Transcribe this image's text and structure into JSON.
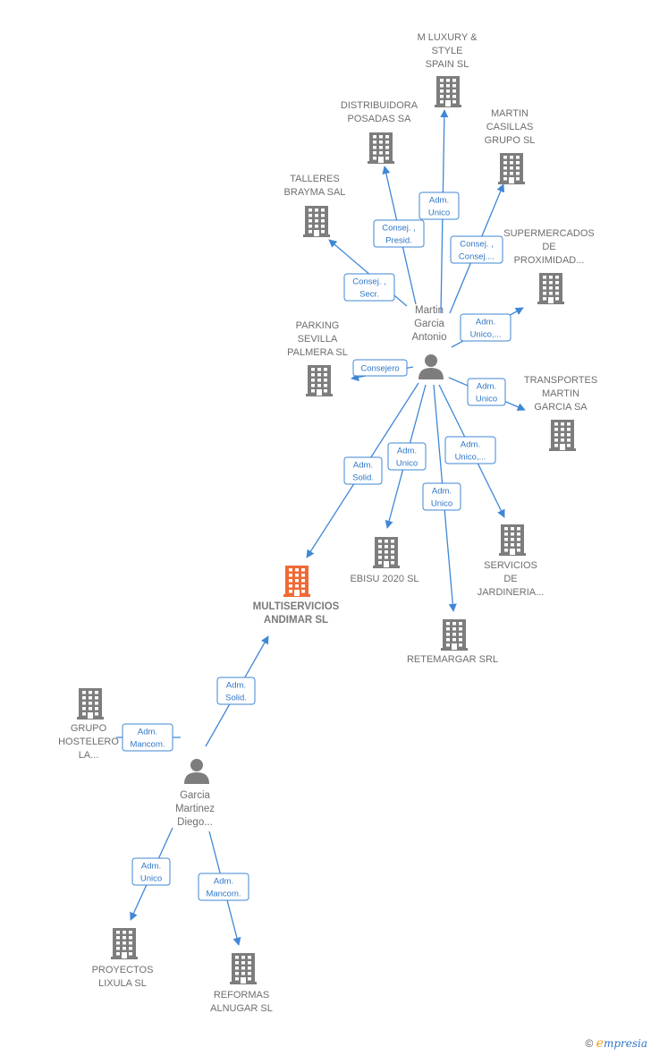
{
  "nodes": [
    {
      "id": "multiservicios",
      "kind": "company-main",
      "lines": [
        "MULTISERVICIOS",
        "ANDIMAR  SL"
      ]
    },
    {
      "id": "martin",
      "kind": "person",
      "lines": [
        "Martin",
        "Garcia",
        "Antonio"
      ]
    },
    {
      "id": "garcia",
      "kind": "person",
      "lines": [
        "Garcia",
        "Martinez",
        "Diego..."
      ]
    },
    {
      "id": "mluxury",
      "kind": "company",
      "lines": [
        "M LUXURY &",
        "STYLE",
        "SPAIN  SL"
      ]
    },
    {
      "id": "distribuidora",
      "kind": "company",
      "lines": [
        "DISTRIBUIDORA",
        "POSADAS SA"
      ]
    },
    {
      "id": "martincasillas",
      "kind": "company",
      "lines": [
        "MARTIN",
        "CASILLAS",
        "GRUPO SL"
      ]
    },
    {
      "id": "talleres",
      "kind": "company",
      "lines": [
        "TALLERES",
        "BRAYMA SAL"
      ]
    },
    {
      "id": "supermercados",
      "kind": "company",
      "lines": [
        "SUPERMERCADOS",
        "DE",
        "PROXIMIDAD..."
      ]
    },
    {
      "id": "parking",
      "kind": "company",
      "lines": [
        "PARKING",
        "SEVILLA",
        "PALMERA  SL"
      ]
    },
    {
      "id": "transportes",
      "kind": "company",
      "lines": [
        "TRANSPORTES",
        "MARTIN",
        "GARCIA SA"
      ]
    },
    {
      "id": "ebisu",
      "kind": "company",
      "lines": [
        "EBISU 2020  SL"
      ]
    },
    {
      "id": "servicios",
      "kind": "company",
      "lines": [
        "SERVICIOS",
        "DE",
        "JARDINERIA..."
      ]
    },
    {
      "id": "retemargar",
      "kind": "company",
      "lines": [
        "RETEMARGAR SRL"
      ]
    },
    {
      "id": "grupohostelero",
      "kind": "company",
      "lines": [
        "GRUPO",
        "HOSTELERO",
        "LA..."
      ]
    },
    {
      "id": "proyectos",
      "kind": "company",
      "lines": [
        "PROYECTOS",
        "LIXULA  SL"
      ]
    },
    {
      "id": "reformas",
      "kind": "company",
      "lines": [
        "REFORMAS",
        "ALNUGAR  SL"
      ]
    }
  ],
  "edges": [
    {
      "from": "martin",
      "to": "mluxury",
      "label": [
        "Adm.",
        "Unico"
      ]
    },
    {
      "from": "martin",
      "to": "distribuidora",
      "label": [
        "Consej. ,",
        "Presid."
      ]
    },
    {
      "from": "martin",
      "to": "martincasillas",
      "label": [
        "Consej. ,",
        "Consej...."
      ]
    },
    {
      "from": "martin",
      "to": "talleres",
      "label": [
        "Consej. ,",
        "Secr."
      ]
    },
    {
      "from": "martin",
      "to": "supermercados",
      "label": [
        "Adm.",
        "Unico,..."
      ]
    },
    {
      "from": "martin",
      "to": "parking",
      "label": [
        "Consejero"
      ]
    },
    {
      "from": "martin",
      "to": "transportes",
      "label": [
        "Adm.",
        "Unico"
      ]
    },
    {
      "from": "martin",
      "to": "multiservicios",
      "label": [
        "Adm.",
        "Solid."
      ]
    },
    {
      "from": "martin",
      "to": "ebisu",
      "label": [
        "Adm.",
        "Unico"
      ]
    },
    {
      "from": "martin",
      "to": "servicios",
      "label": [
        "Adm.",
        "Unico,..."
      ]
    },
    {
      "from": "martin",
      "to": "retemargar",
      "label": [
        "Adm.",
        "Unico"
      ]
    },
    {
      "from": "garcia",
      "to": "multiservicios",
      "label": [
        "Adm.",
        "Solid."
      ]
    },
    {
      "from": "garcia",
      "to": "grupohostelero",
      "label": [
        "Adm.",
        "Mancom."
      ]
    },
    {
      "from": "garcia",
      "to": "proyectos",
      "label": [
        "Adm.",
        "Unico"
      ]
    },
    {
      "from": "garcia",
      "to": "reformas",
      "label": [
        "Adm.",
        "Mancom."
      ]
    }
  ],
  "footer": {
    "copyright": "©",
    "brand_initial": "e",
    "brand_rest": "mpresia"
  },
  "colors": {
    "edge": "#3f87d6",
    "node": "#7d7d7d",
    "focus": "#f06a35"
  }
}
